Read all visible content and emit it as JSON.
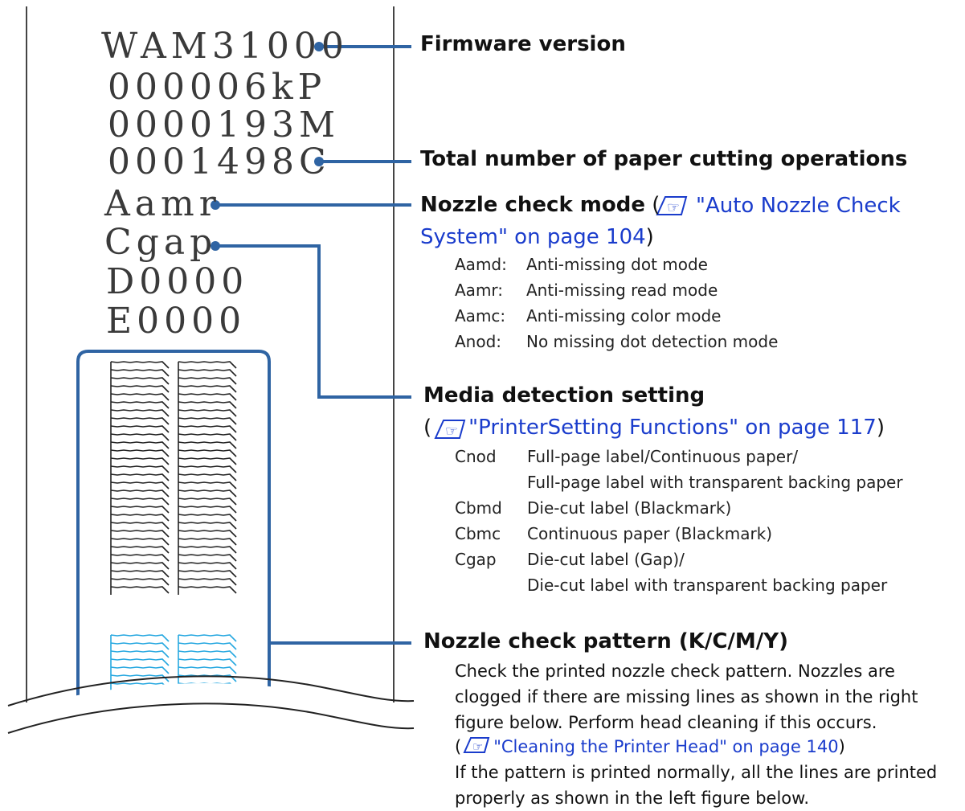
{
  "printout": {
    "lines": [
      "WAM31000",
      "000006kP",
      "0000193M",
      "0001498C",
      "Aamr",
      "Cgap",
      "D0000",
      "E0000"
    ]
  },
  "callouts": {
    "firmware": {
      "title": "Firmware version"
    },
    "cutting": {
      "title": "Total number of paper cutting operations"
    },
    "nozzle_mode": {
      "title": "Nozzle check mode",
      "ref_icon": "book-hand-icon",
      "link_line1": "\"Auto Nozzle Check",
      "link_line2": "System\" on page 104",
      "items": [
        {
          "code": "Aamd:",
          "desc": "Anti-missing dot mode"
        },
        {
          "code": "Aamr:",
          "desc": "Anti-missing read mode"
        },
        {
          "code": "Aamc:",
          "desc": "Anti-missing color mode"
        },
        {
          "code": "Anod:",
          "desc": "No missing dot detection mode"
        }
      ]
    },
    "media_detection": {
      "title": "Media detection setting",
      "link": "\"PrinterSetting Functions\" on page 117",
      "items": [
        {
          "code": "Cnod",
          "desc": [
            "Full-page label/Continuous paper/",
            "Full-page label with transparent backing paper"
          ]
        },
        {
          "code": "Cbmd",
          "desc": [
            "Die-cut label (Blackmark)"
          ]
        },
        {
          "code": "Cbmc",
          "desc": [
            "Continuous paper (Blackmark)"
          ]
        },
        {
          "code": "Cgap",
          "desc": [
            "Die-cut label (Gap)/",
            "Die-cut label with transparent backing paper"
          ]
        }
      ]
    },
    "nozzle_pattern": {
      "title": "Nozzle check pattern (K/C/M/Y)",
      "para1": [
        "Check the printed nozzle check pattern. Nozzles are",
        "clogged if there are missing lines as shown in the right",
        "figure below. Perform head cleaning if this occurs."
      ],
      "link": "\"Cleaning the Printer Head\" on page 140",
      "para2": [
        "If the pattern is printed normally, all the lines are printed",
        "properly as shown in the left figure below."
      ]
    }
  },
  "colors": {
    "leader": "#2f64a3",
    "frame": "#2f64a3",
    "pattern_black": "#222222",
    "pattern_cyan": "#27a8e0",
    "link": "#1a3ccc"
  }
}
